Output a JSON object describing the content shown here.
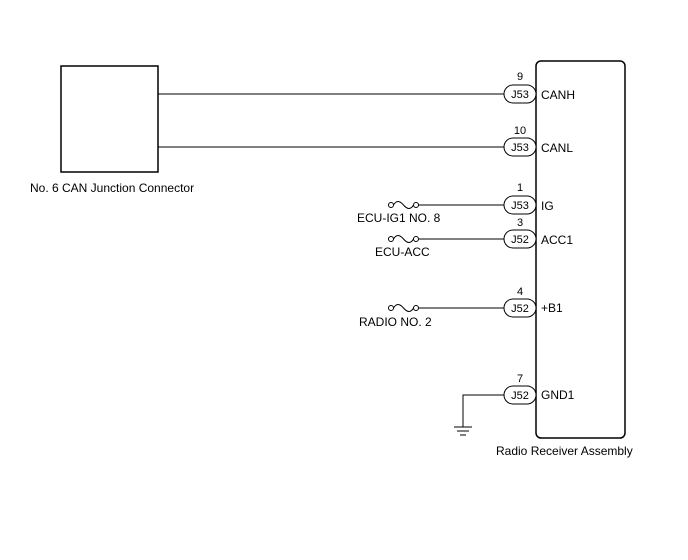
{
  "junction_connector": {
    "label": "No. 6 CAN Junction Connector"
  },
  "radio_receiver": {
    "label": "Radio Receiver Assembly"
  },
  "pins": [
    {
      "number": "9",
      "connector": "J53",
      "signal": "CANH"
    },
    {
      "number": "10",
      "connector": "J53",
      "signal": "CANL"
    },
    {
      "number": "1",
      "connector": "J53",
      "signal": "IG"
    },
    {
      "number": "3",
      "connector": "J52",
      "signal": "ACC1"
    },
    {
      "number": "4",
      "connector": "J52",
      "signal": "+B1"
    },
    {
      "number": "7",
      "connector": "J52",
      "signal": "GND1"
    }
  ],
  "fuses": [
    {
      "label": "ECU-IG1 NO. 8"
    },
    {
      "label": "ECU-ACC"
    },
    {
      "label": "RADIO NO. 2"
    }
  ]
}
